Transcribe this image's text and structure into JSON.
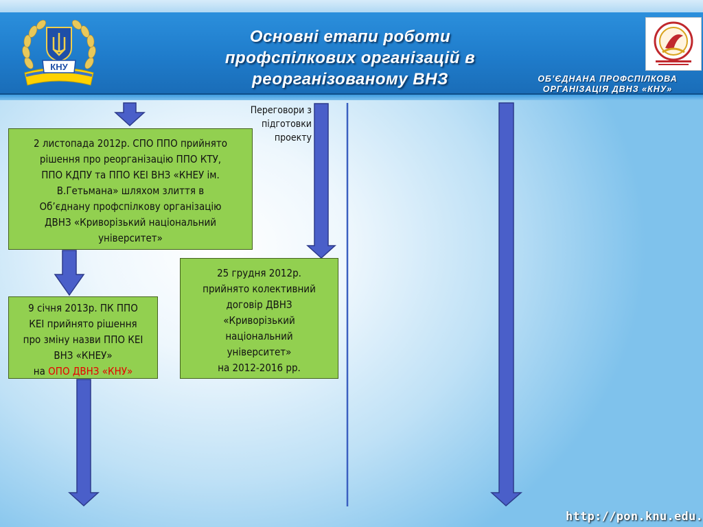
{
  "header": {
    "title_lines": [
      "Основні етапи роботи",
      "профспілкових організацій в",
      "реорганізованому ВНЗ"
    ],
    "org_label_lines": [
      "ОБ’ЄДНАНА ПРОФСПІЛКОВА",
      "ОРГАНІЗАЦІЯ  ДВНЗ «КНУ»"
    ],
    "logo_left_text": "КНУ"
  },
  "note": {
    "lines": [
      "Переговори з",
      "підготовки",
      "проекту"
    ]
  },
  "boxes": {
    "nov2012": {
      "lines": [
        "2 листопада 2012р. СПО ППО прийнято",
        "рішення про реорганізацію ППО КТУ,",
        "ППО КДПУ та ППО КЕІ ВНЗ «КНЕУ ім.",
        "В.Гетьмана» шляхом злиття в",
        "Об’єднану профспілкову організацію",
        "ДВНЗ «Криворізький національний",
        "університет»"
      ]
    },
    "jan2013": {
      "lines": [
        "9 січня 2013р. ПК ППО",
        "КЕІ прийнято рішення",
        "про зміну назви ППО КЕІ",
        "ВНЗ «КНЕУ»"
      ],
      "last_prefix": "на ",
      "last_highlight": "ОПО ДВНЗ «КНУ»"
    },
    "dec2012": {
      "lines": [
        "25 грудня 2012р.",
        "прийнято колективний",
        "договір ДВНЗ",
        "«Криворізький",
        "національний",
        "університет»",
        "на 2012-2016 рр."
      ]
    }
  },
  "footer": {
    "url": "http://pon.knu.edu.ua"
  },
  "colors": {
    "header_blue": "#1f7ccb",
    "box_green": "#92d050",
    "arrow_blue": "#4a5fc9",
    "highlight_red": "#e60000"
  }
}
